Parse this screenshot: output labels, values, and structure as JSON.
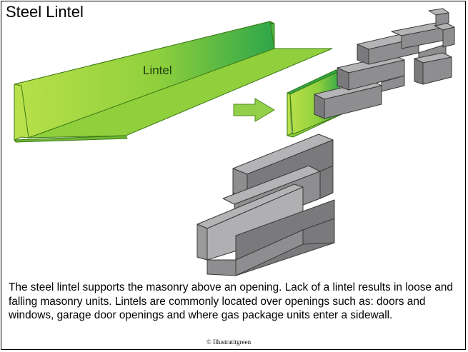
{
  "title": "Steel Lintel",
  "lintel_label": "Lintel",
  "caption": "The steel lintel supports the masonry above an opening. Lack of a lintel results in loose and falling masonry units. Lintels are commonly located over openings such as: doors and windows, garage door openings and where gas package units enter a sidewall.",
  "credit": "© Illustratitgreen",
  "colors": {
    "lintel_light": "#b8e04a",
    "lintel_dark": "#2ea64a",
    "lintel_edge": "#3d7a16",
    "brick_top": "#b4b4b6",
    "brick_front": "#8e8e90",
    "brick_side": "#7a7a7c",
    "brick_edge": "#3a3a3a"
  }
}
